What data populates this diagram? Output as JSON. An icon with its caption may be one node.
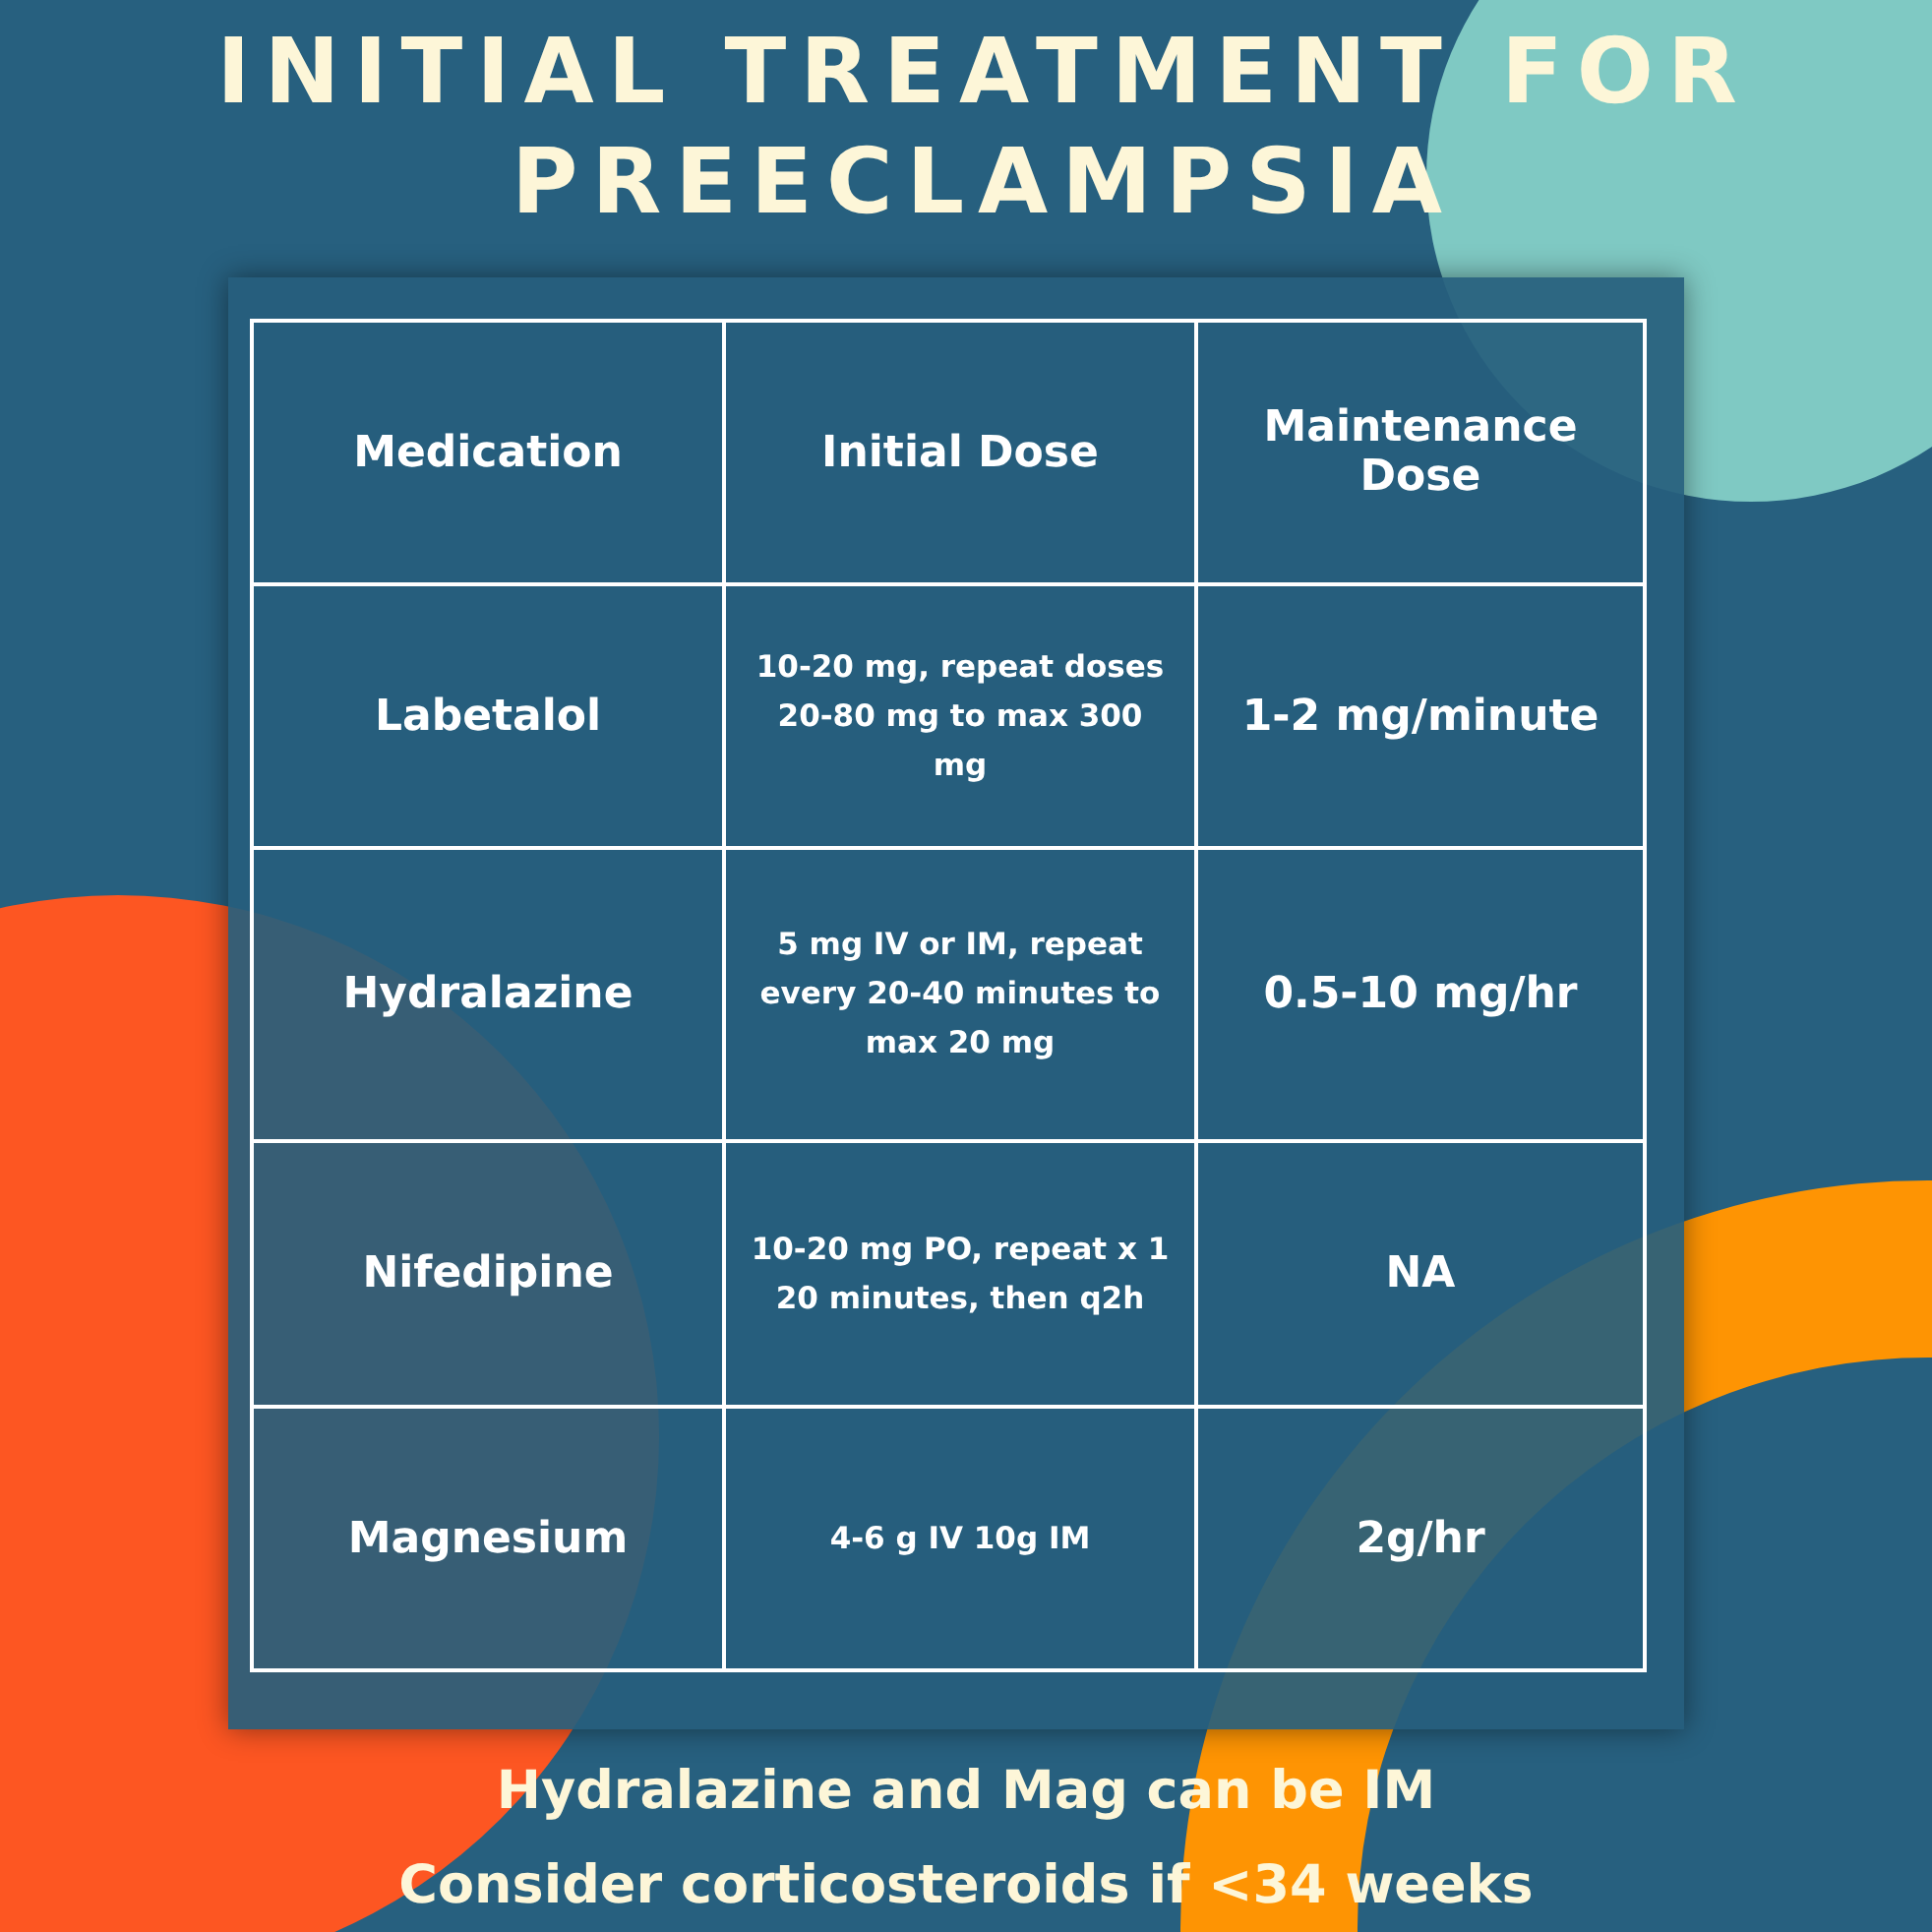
{
  "diagram": {
    "title": "INITIAL TREATMENT FOR PREECLAMPSIA",
    "labels": [
      "Medication",
      "Initial Dose",
      "Maintenance Dose",
      "Labetalol",
      "10-20 mg, repeat doses 20-80 mg to max 300 mg",
      "1-2 mg/minute",
      "Hydralazine",
      "5 mg IV or IM, repeat every 20-40 minutes to max 20 mg",
      "0.5-10 mg/hr",
      "Nifedipine",
      "10-20 mg PO, repeat x 1 20 minutes, then q2h",
      "NA",
      "Magnesium",
      "4-6 g IV 10g IM",
      "2g/hr",
      "Hydralazine and Mag can be IM",
      "Consider corticosteroids if <34 weeks"
    ]
  }
}
